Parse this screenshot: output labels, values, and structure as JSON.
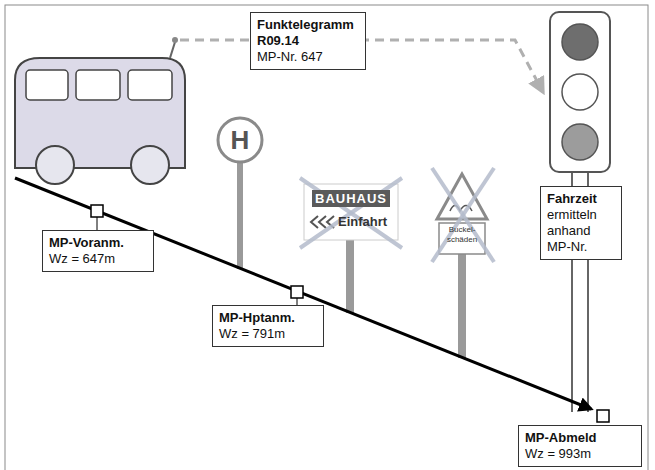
{
  "diagram": {
    "nodes": [
      {
        "text": [
          "Funktelegramm R09.14",
          "MP-Nr. 647"
        ]
      },
      {
        "text": [
          "MP-Voranm.",
          "Wz = 647m"
        ]
      },
      {
        "text": [
          "MP-Hptanm.",
          "Wz = 791m"
        ]
      },
      {
        "text": [
          "Fahrzeit",
          "ermitteln anhand MP-Nr."
        ]
      },
      {
        "text": [
          "MP-Abmeld",
          "Wz = 993m"
        ]
      }
    ],
    "labels": [
      "H",
      "BAUHAUS",
      "Einfahrt",
      "Buckel-schäden"
    ]
  }
}
